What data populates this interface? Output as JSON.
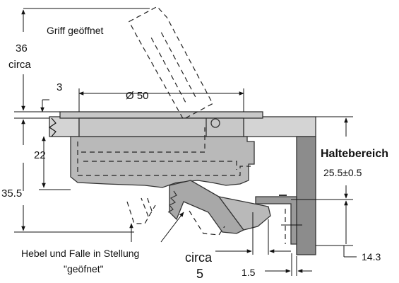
{
  "labels": {
    "griff": "Griff geöffnet",
    "d36": "36",
    "circa_top": "circa",
    "d3": "3",
    "phi50": "Ø 50",
    "d22": "22",
    "d355": "35.5",
    "haltebereich": "Haltebereich",
    "d255": "25.5±0.5",
    "d143": "14.3",
    "hebel_line1": "Hebel und Falle in Stellung",
    "hebel_line2": "\"geöfnet\"",
    "circa_bottom": "circa",
    "d5": "5",
    "d15": "1.5"
  },
  "colors": {
    "body_gray": "#b9b9b9",
    "flange_gray": "#c8c8c8",
    "panel_gray": "#d4d4d4",
    "bracket_dark": "#8c8c8c",
    "outline": "#333333"
  }
}
